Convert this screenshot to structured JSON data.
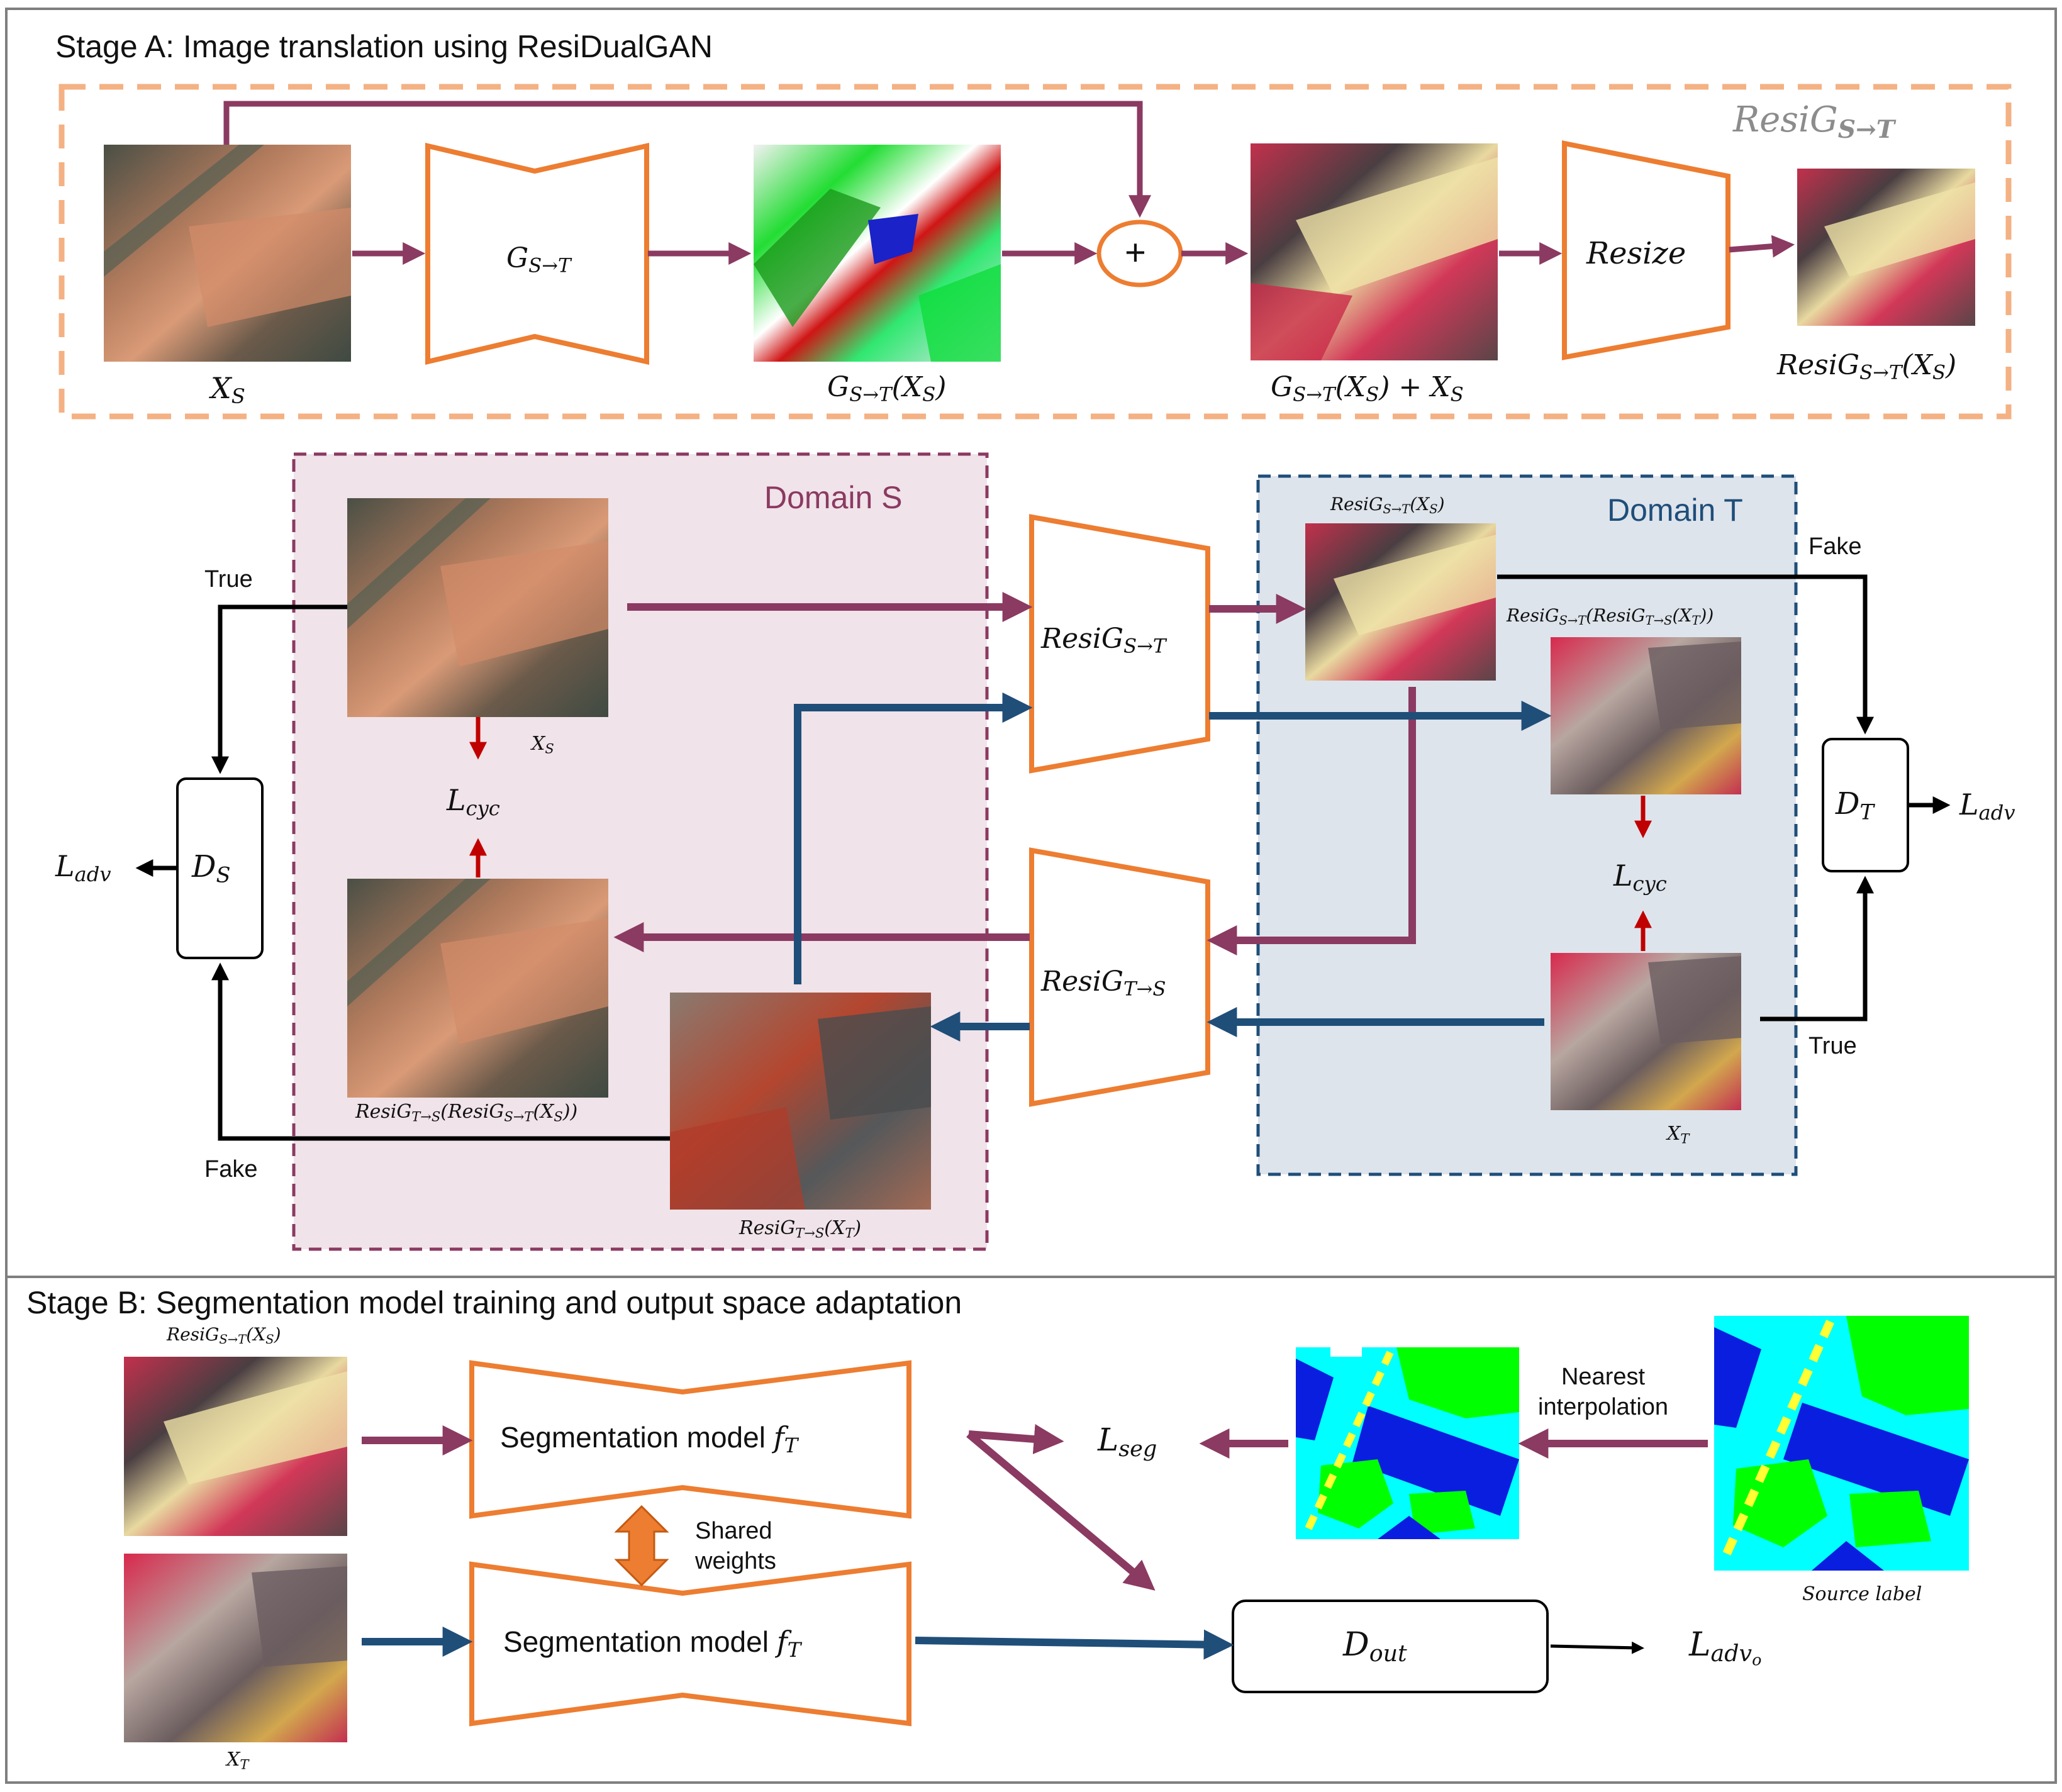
{
  "stage_a": {
    "title": "Stage A: Image translation using ResiDualGAN",
    "resi_box_label": "ResiG",
    "resi_box_sub": "S→T",
    "xs_label": "X",
    "xs_sub": "S",
    "gen_label": "G",
    "gen_sub": "S→T",
    "gen_out_label": "G",
    "gen_out_sub": "S→T",
    "gen_out_rest": "(X",
    "gen_out_rest_sub": "S",
    "gen_out_end": ")",
    "plus_symbol": "+",
    "sum_label_1": "G",
    "sum_label_sub": "S→T",
    "sum_label_2": "(X",
    "sum_label_sub2": "S",
    "sum_label_3": ") + X",
    "sum_label_sub3": "S",
    "resize_label": "Resize",
    "resi_out_label": "ResiG",
    "resi_out_sub": "S→T",
    "resi_out_rest": "(X",
    "resi_out_rest_sub": "S",
    "resi_out_end": ")"
  },
  "cycle": {
    "domain_s": "Domain S",
    "domain_t": "Domain T",
    "gen_st": "ResiG",
    "gen_st_sub": "S→T",
    "gen_ts": "ResiG",
    "gen_ts_sub": "T→S",
    "ds": "D",
    "ds_sub": "S",
    "dt": "D",
    "dt_sub": "T",
    "ladv": "L",
    "ladv_sub": "adv",
    "lcyc": "L",
    "lcyc_sub": "cyc",
    "true_label": "True",
    "fake_label": "Fake",
    "xs_cap": "X",
    "xs_cap_sub": "S",
    "xt_cap": "X",
    "xt_cap_sub": "T",
    "rec_s_cap": "ResiG",
    "rec_s_cap_rest": "T→S",
    "rec_s_cap_mid": "(ResiG",
    "rec_s_cap_mid_sub": "S→T",
    "rec_s_cap_end": "(X",
    "rec_s_cap_end_sub": "S",
    "rec_s_cap_close": "))",
    "fake_s_cap": "ResiG",
    "fake_s_cap_sub": "T→S",
    "fake_s_cap_rest": "(X",
    "fake_s_cap_rest_sub": "T",
    "fake_s_cap_end": ")",
    "fake_t_cap": "ResiG",
    "fake_t_cap_sub": "S→T",
    "fake_t_cap_rest": "(X",
    "fake_t_cap_rest_sub": "S",
    "fake_t_cap_end": ")",
    "rec_t_cap": "ResiG",
    "rec_t_cap_sub": "S→T",
    "rec_t_cap_mid": "(ResiG",
    "rec_t_cap_mid_sub": "T→S",
    "rec_t_cap_end": "(X",
    "rec_t_cap_end_sub": "T",
    "rec_t_cap_close": "))"
  },
  "stage_b": {
    "title": "Stage B: Segmentation model training and output space adaptation",
    "in_s_cap": "ResiG",
    "in_s_cap_sub": "S→T",
    "in_s_cap_rest": "(X",
    "in_s_cap_rest_sub": "S",
    "in_s_cap_end": ")",
    "in_t_cap": "X",
    "in_t_cap_sub": "T",
    "seg_label": "Segmentation model ",
    "seg_f": "f",
    "seg_f_sub": "T",
    "shared_1": "Shared",
    "shared_2": "weights",
    "lseg": "L",
    "lseg_sub": "seg",
    "nearest_1": "Nearest",
    "nearest_2": "interpolation",
    "source_label": "Source label",
    "dout": "D",
    "dout_sub": "out",
    "ladvo": "L",
    "ladvo_sub": "adv",
    "ladvo_subsub": "o"
  },
  "colors": {
    "purple": "#8b3a62",
    "blue": "#1f4e79",
    "orange": "#ed7d31",
    "red": "#c00000",
    "domain_s_bg": "#f0e3e9",
    "domain_t_bg": "#dee4ec",
    "seg_blue": "#0a1ee0",
    "seg_cyan": "#00ffff",
    "seg_green": "#00ff00"
  }
}
